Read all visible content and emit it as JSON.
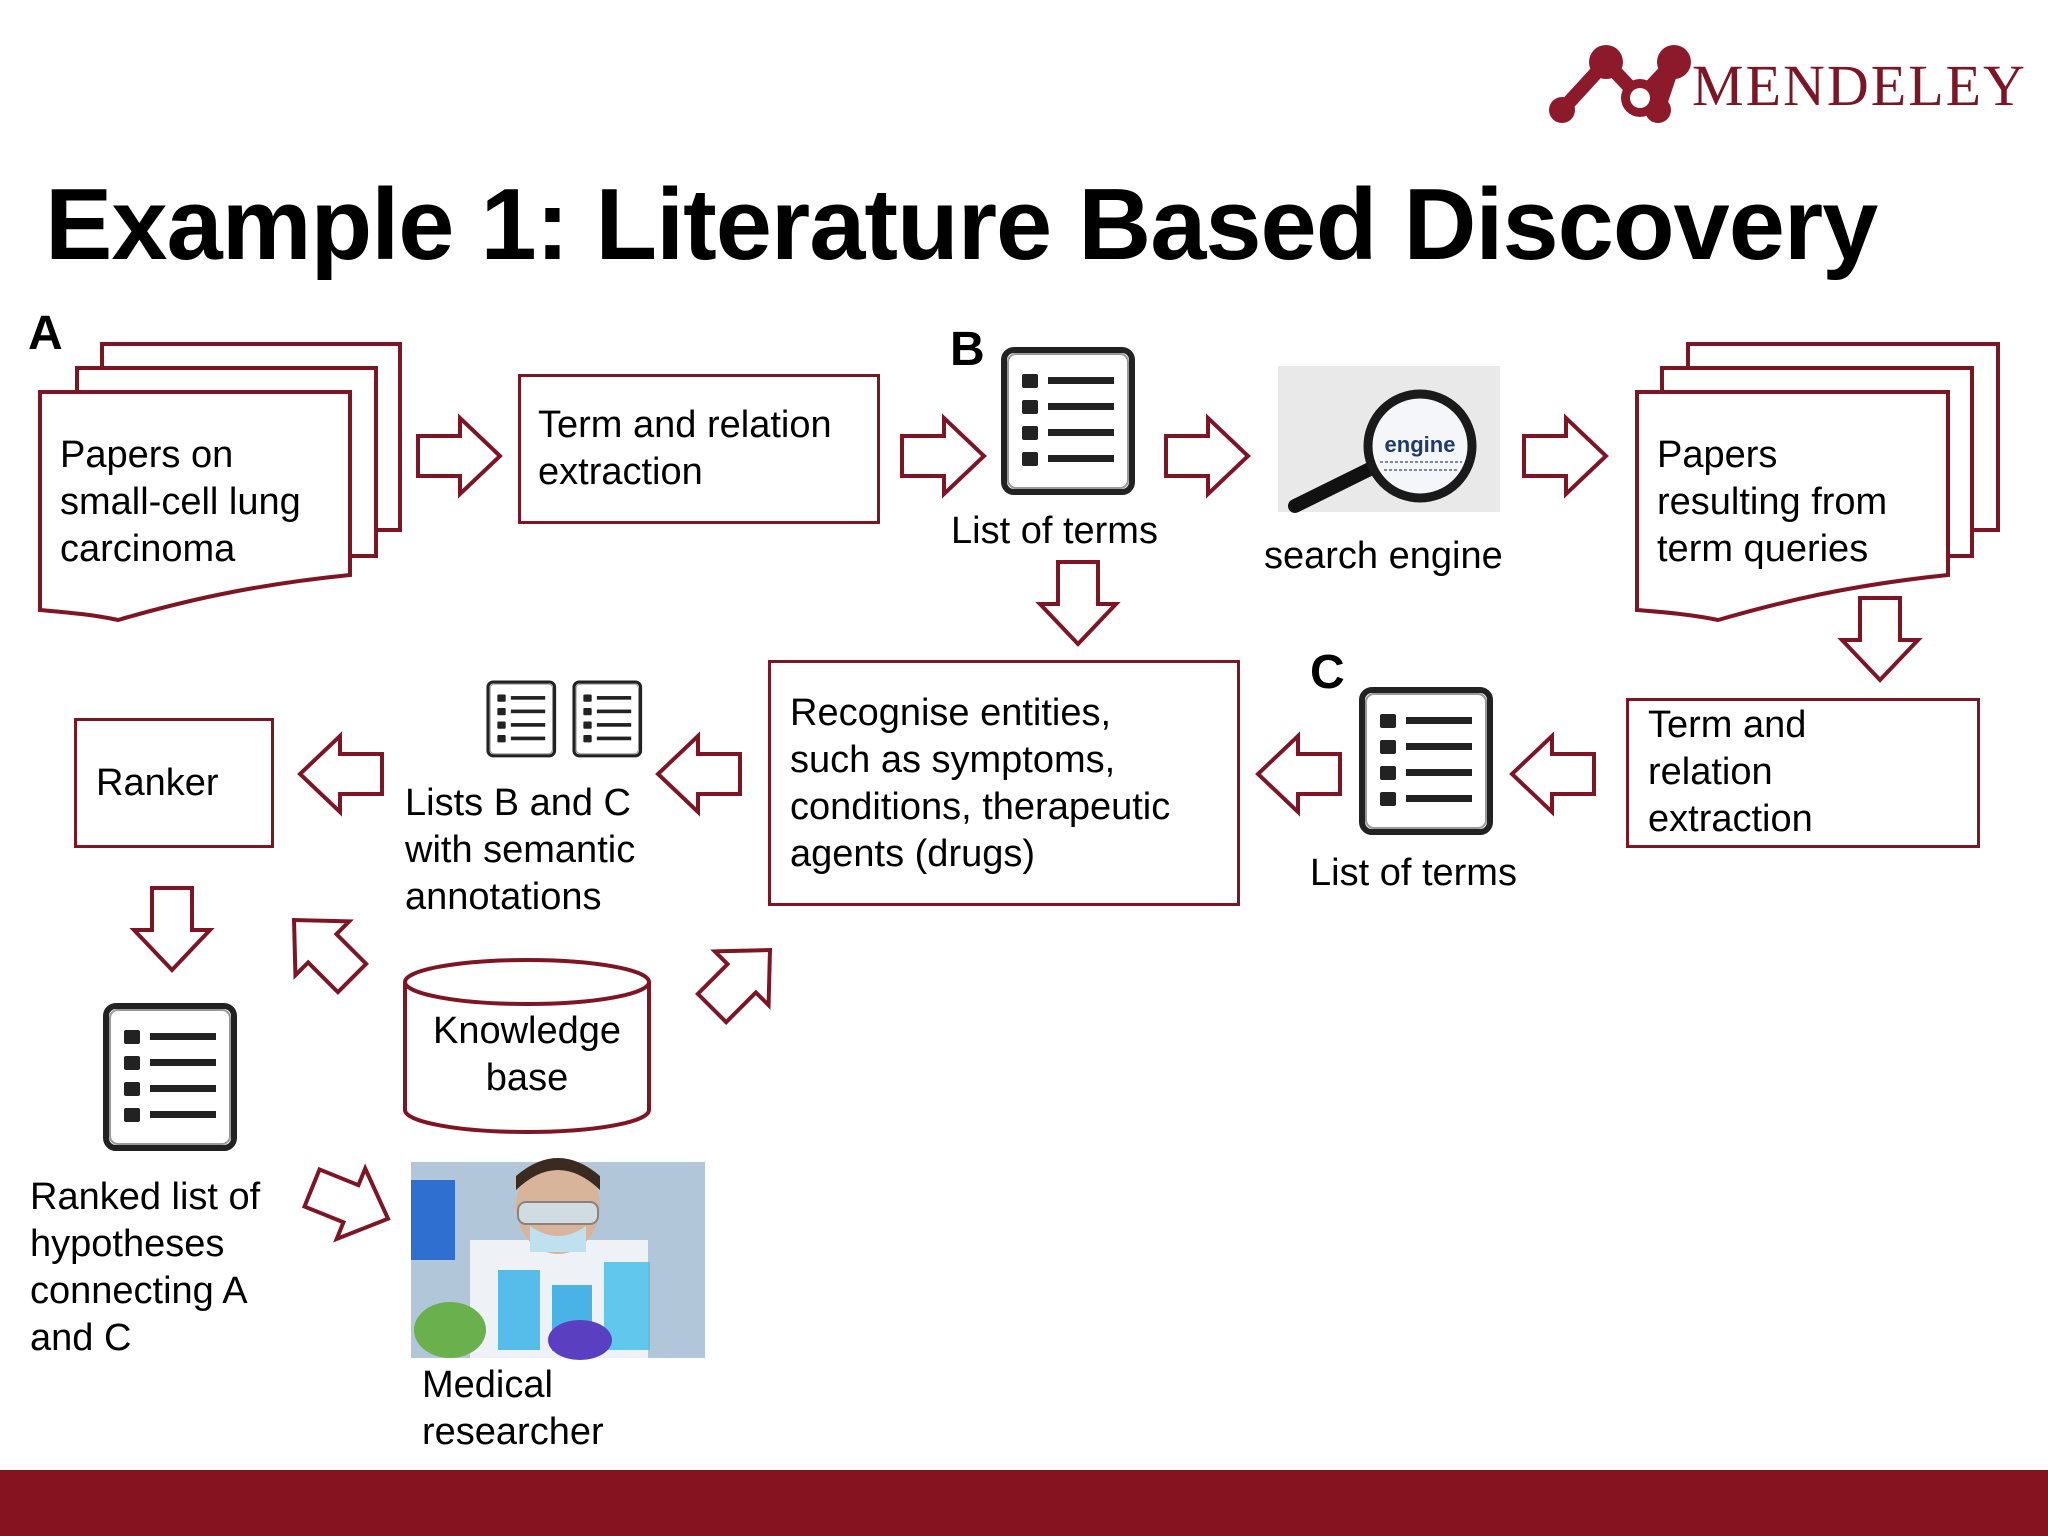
{
  "title": "Example 1: Literature Based Discovery",
  "brand": {
    "name": "MENDELEY",
    "color": "#7e1525"
  },
  "colors": {
    "accent": "#7e1525",
    "footer": "#861420"
  },
  "labels": {
    "a": "A",
    "b": "B",
    "c": "C"
  },
  "nodes": {
    "papers_a": "Papers on\nsmall-cell lung\ncarcinoma",
    "extraction_1": "Term and relation\nextraction",
    "list_b": "List of terms",
    "search_engine": "search engine",
    "search_icon_word": "engine",
    "papers_results": "Papers\nresulting from\nterm queries",
    "extraction_2": "Term and\nrelation\nextraction",
    "list_c": "List of terms",
    "recognise": "Recognise entities,\nsuch as symptoms,\nconditions, therapeutic\nagents (drugs)",
    "lists_bc": "Lists B and C\nwith semantic\nannotations",
    "ranker": "Ranker",
    "knowledge_base": "Knowledge\nbase",
    "ranked_list": "Ranked list of\nhypotheses\nconnecting A\nand C",
    "researcher": "Medical\nresearcher"
  },
  "icons": [
    "list-icon",
    "magnifier-icon",
    "researcher-photo",
    "mendeley-logo-icon"
  ]
}
